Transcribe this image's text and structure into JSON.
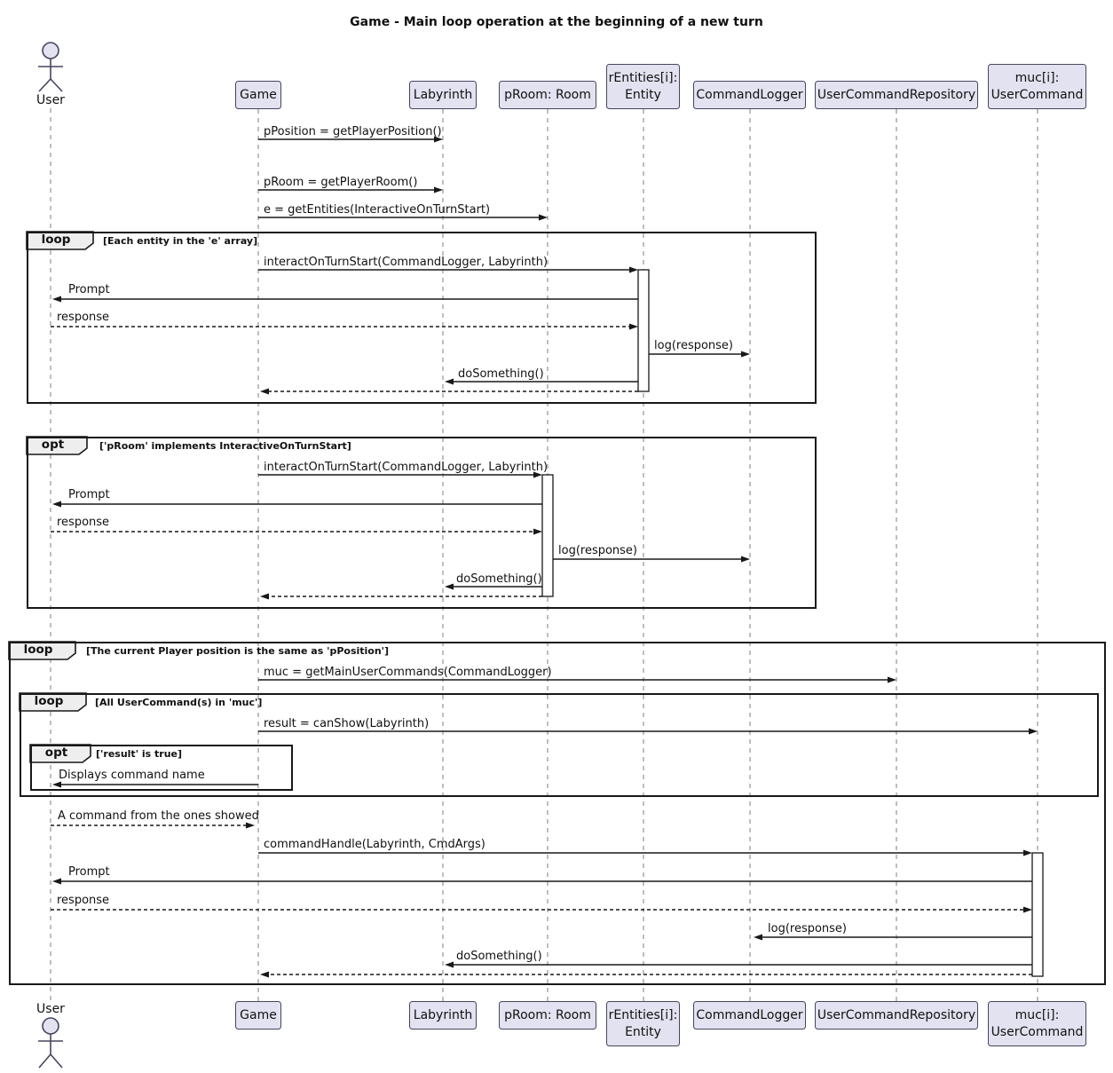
{
  "title": "Game - Main loop operation at the beginning of a new turn",
  "participants": [
    {
      "label": "User",
      "type": "actor"
    },
    {
      "label": "Game",
      "type": "object"
    },
    {
      "label": "Labyrinth",
      "type": "object"
    },
    {
      "label": "pRoom: Room",
      "type": "object"
    },
    {
      "lines": [
        "rEntities[i]:",
        "Entity"
      ],
      "type": "object"
    },
    {
      "label": "CommandLogger",
      "type": "object"
    },
    {
      "label": "UserCommandRepository",
      "type": "object"
    },
    {
      "lines": [
        "muc[i]:",
        "UserCommand"
      ],
      "type": "object"
    }
  ],
  "fragments": [
    {
      "operator": "loop",
      "guard": "[Each entity in the 'e' array]"
    },
    {
      "operator": "opt",
      "guard": "['pRoom' implements InteractiveOnTurnStart]"
    },
    {
      "operator": "loop",
      "guard": "[The current Player position is the same as 'pPosition']"
    },
    {
      "operator": "loop",
      "guard": "[All UserCommand(s) in 'muc']"
    },
    {
      "operator": "opt",
      "guard": "['result' is true]"
    }
  ],
  "messages": [
    {
      "label": "pPosition = getPlayerPosition()",
      "from": "Game",
      "to": "Labyrinth",
      "kind": "solid"
    },
    {
      "label": "pRoom = getPlayerRoom()",
      "from": "Game",
      "to": "Labyrinth",
      "kind": "solid"
    },
    {
      "label": "e = getEntities(InteractiveOnTurnStart)",
      "from": "Game",
      "to": "pRoom: Room",
      "kind": "solid"
    },
    {
      "label": "interactOnTurnStart(CommandLogger, Labyrinth)",
      "from": "Game",
      "to": "rEntities[i]: Entity",
      "kind": "solid"
    },
    {
      "label": "Prompt",
      "from": "rEntities[i]: Entity",
      "to": "User",
      "kind": "solid"
    },
    {
      "label": "response",
      "from": "User",
      "to": "rEntities[i]: Entity",
      "kind": "dashed"
    },
    {
      "label": "log(response)",
      "from": "rEntities[i]: Entity",
      "to": "CommandLogger",
      "kind": "solid"
    },
    {
      "label": "doSomething()",
      "from": "rEntities[i]: Entity",
      "to": "Labyrinth",
      "kind": "solid"
    },
    {
      "label": "",
      "from": "rEntities[i]: Entity",
      "to": "Game",
      "kind": "return"
    },
    {
      "label": "interactOnTurnStart(CommandLogger, Labyrinth)",
      "from": "Game",
      "to": "pRoom: Room",
      "kind": "solid"
    },
    {
      "label": "Prompt",
      "from": "pRoom: Room",
      "to": "User",
      "kind": "solid"
    },
    {
      "label": "response",
      "from": "User",
      "to": "pRoom: Room",
      "kind": "dashed"
    },
    {
      "label": "log(response)",
      "from": "pRoom: Room",
      "to": "CommandLogger",
      "kind": "solid"
    },
    {
      "label": "doSomething()",
      "from": "pRoom: Room",
      "to": "Labyrinth",
      "kind": "solid"
    },
    {
      "label": "",
      "from": "pRoom: Room",
      "to": "Game",
      "kind": "return"
    },
    {
      "label": "muc = getMainUserCommands(CommandLogger)",
      "from": "Game",
      "to": "UserCommandRepository",
      "kind": "solid"
    },
    {
      "label": "result = canShow(Labyrinth)",
      "from": "Game",
      "to": "muc[i]: UserCommand",
      "kind": "solid"
    },
    {
      "label": "Displays command name",
      "from": "Game",
      "to": "User",
      "kind": "solid"
    },
    {
      "label": "A command from the ones showed",
      "from": "User",
      "to": "Game",
      "kind": "dashed"
    },
    {
      "label": "commandHandle(Labyrinth, CmdArgs)",
      "from": "Game",
      "to": "muc[i]: UserCommand",
      "kind": "solid"
    },
    {
      "label": "Prompt",
      "from": "muc[i]: UserCommand",
      "to": "User",
      "kind": "solid"
    },
    {
      "label": "response",
      "from": "User",
      "to": "muc[i]: UserCommand",
      "kind": "dashed"
    },
    {
      "label": "log(response)",
      "from": "muc[i]: UserCommand",
      "to": "CommandLogger",
      "kind": "solid"
    },
    {
      "label": "doSomething()",
      "from": "muc[i]: UserCommand",
      "to": "Labyrinth",
      "kind": "solid"
    },
    {
      "label": "",
      "from": "muc[i]: UserCommand",
      "to": "Game",
      "kind": "return"
    }
  ],
  "colors": {
    "participant_fill": "#E2E2F0",
    "participant_border": "#45455E",
    "fragment_label_fill": "#EEEEEE",
    "frame_border": "#181818",
    "arrow": "#181818",
    "lifeline": "#8A8A8A",
    "background": "#FFFFFF"
  }
}
